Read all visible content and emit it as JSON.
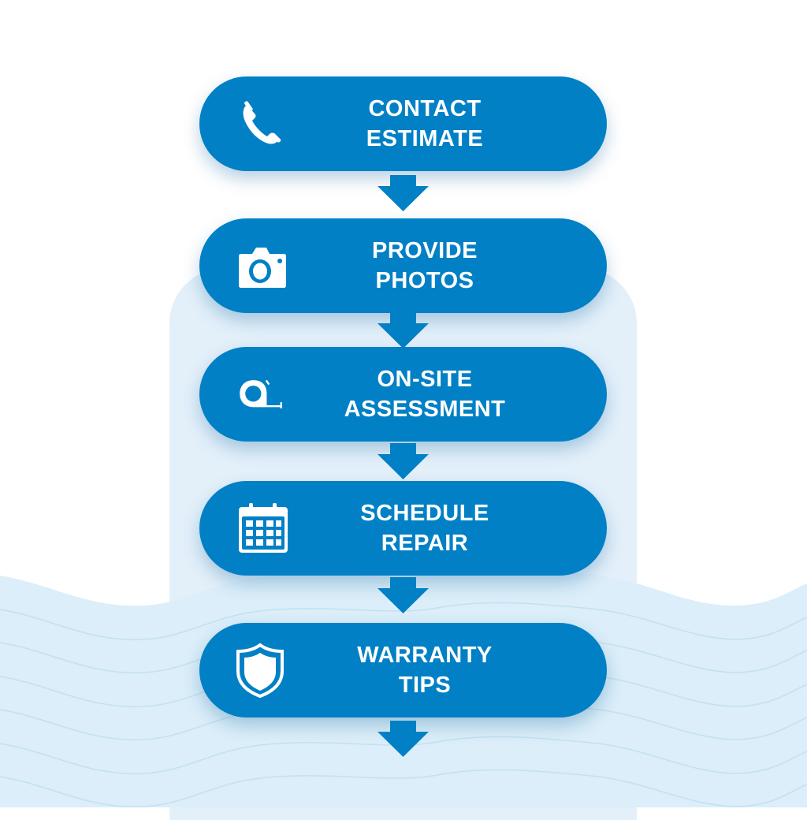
{
  "flow": {
    "steps": [
      {
        "line1": "CONTACT",
        "line2": "ESTIMATE",
        "icon": "phone-icon"
      },
      {
        "line1": "PROVIDE",
        "line2": "PHOTOS",
        "icon": "camera-icon"
      },
      {
        "line1": "ON-SITE",
        "line2": "ASSESSMENT",
        "icon": "tape-measure-icon"
      },
      {
        "line1": "SCHEDULE",
        "line2": "REPAIR",
        "icon": "calendar-icon"
      },
      {
        "line1": "WARRANTY",
        "line2": "TIPS",
        "icon": "shield-icon"
      }
    ]
  },
  "colors": {
    "pill": "#0280c6",
    "panel": "#e3f0fa",
    "wave": "#dbeef9",
    "wave_line": "#c3e0f2",
    "text": "#ffffff",
    "background": "#ffffff"
  }
}
